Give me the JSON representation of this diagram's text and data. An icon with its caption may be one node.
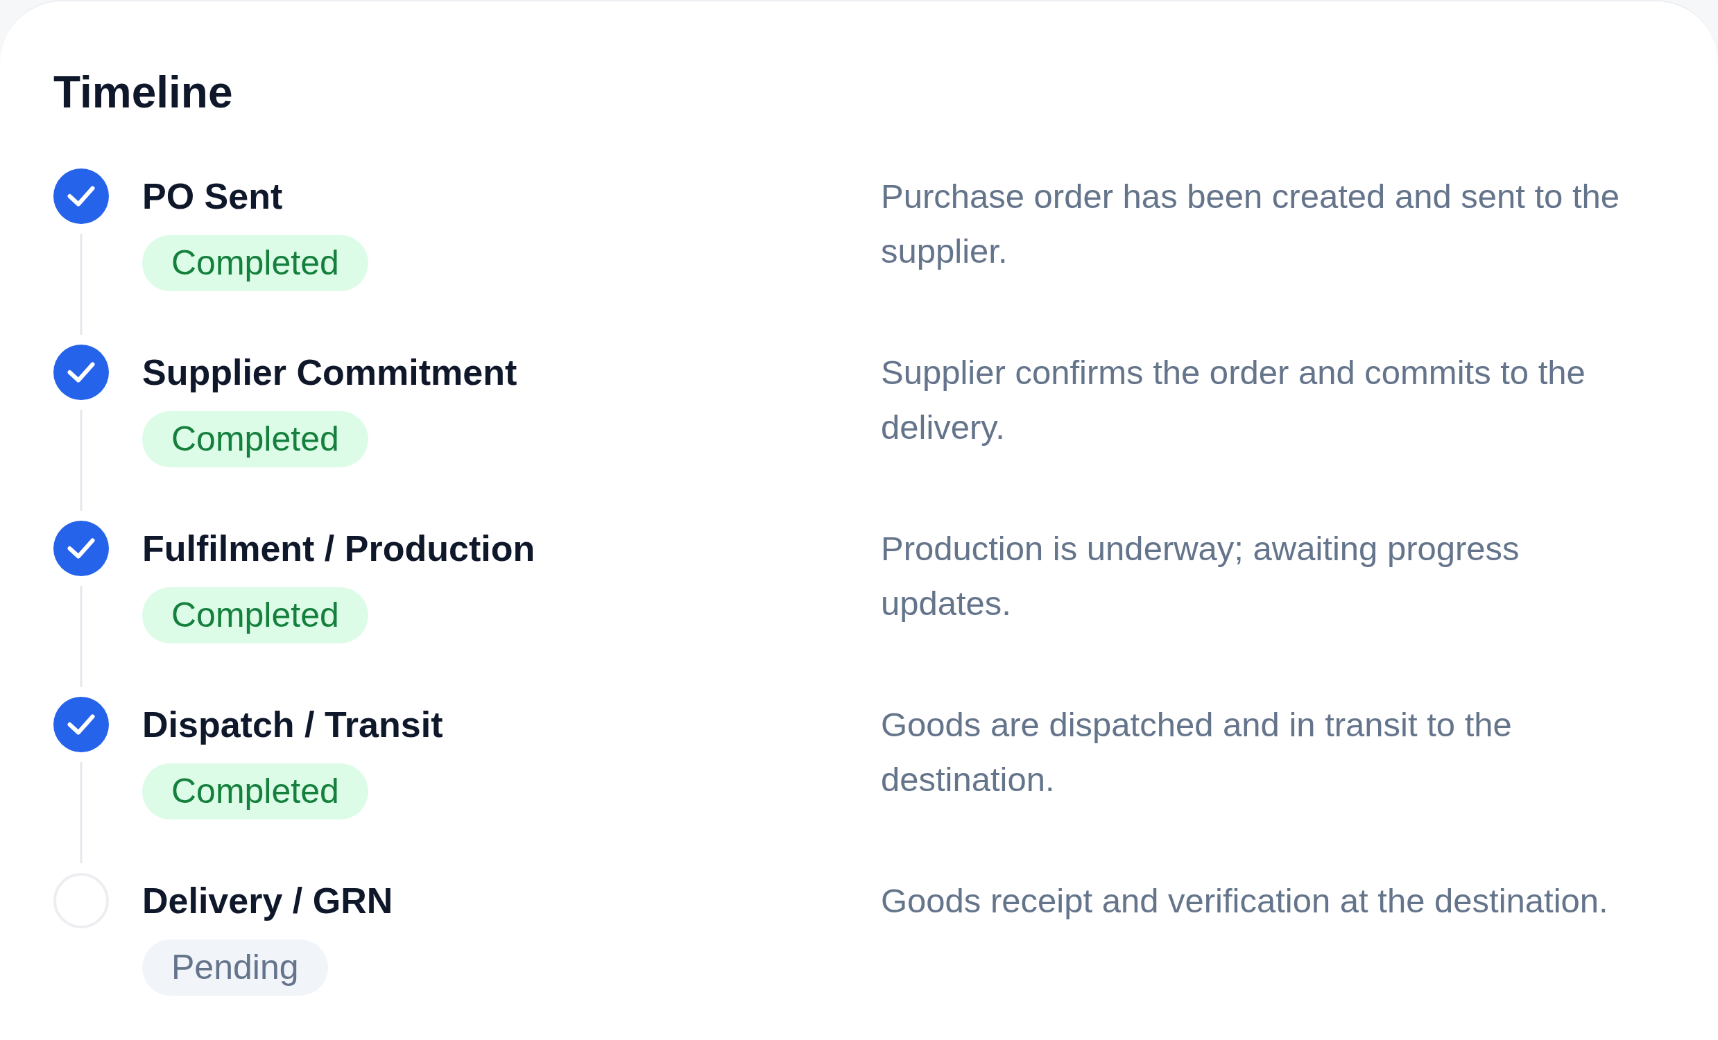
{
  "diagram": {
    "title": "Timeline",
    "nodes": [
      {
        "text": [],
        "shape": "circle",
        "beside": [
          "PO Sent"
        ]
      },
      {
        "text": [
          "Completed"
        ]
      },
      {
        "text": [],
        "shape": "circle",
        "beside": [
          "Supplier Commitment"
        ]
      },
      {
        "text": [
          "Completed"
        ]
      },
      {
        "text": [],
        "shape": "circle",
        "beside": [
          "Fulfilment / Production"
        ]
      },
      {
        "text": [
          "Completed"
        ]
      },
      {
        "text": [],
        "shape": "circle",
        "beside": [
          "Dispatch / Transit"
        ]
      },
      {
        "text": [
          "Completed"
        ]
      },
      {
        "text": [],
        "shape": "ring",
        "beside": [
          "Delivery / GRN"
        ]
      },
      {
        "text": [
          "Pending"
        ]
      }
    ],
    "edges": [
      {
        "from": 0,
        "to": 2,
        "arrow": "none"
      },
      {
        "from": 2,
        "to": 4,
        "arrow": "none"
      },
      {
        "from": 4,
        "to": 6,
        "arrow": "none"
      },
      {
        "from": 6,
        "to": 8,
        "arrow": "none"
      }
    ],
    "labels": [
      "Purchase order has been created and sent to the supplier.",
      "Supplier confirms the order and commits to the delivery.",
      "Production is underway; awaiting progress updates.",
      "Goods are dispatched and in transit to the destination.",
      "Goods receipt and verification at the destination."
    ]
  }
}
